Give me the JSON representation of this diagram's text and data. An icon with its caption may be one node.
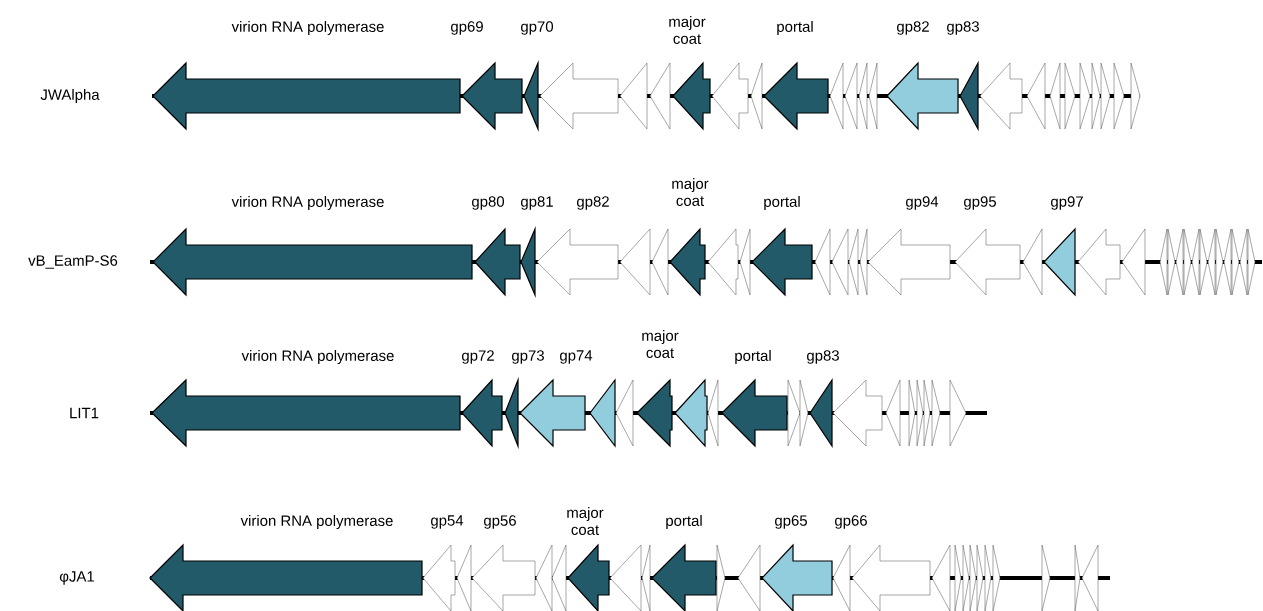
{
  "diagram": {
    "labels": [
      "virion RNA polymerase",
      "gp69",
      "gp70",
      "major coat",
      "portal",
      "gp82",
      "gp83",
      "JWAlpha",
      "virion RNA polymerase",
      "gp80",
      "gp81",
      "gp82",
      "major coat",
      "portal",
      "gp94",
      "gp95",
      "gp97",
      "vB_EamP-S6",
      "virion RNA polymerase",
      "gp72",
      "gp73",
      "gp74",
      "major coat",
      "portal",
      "gp83",
      "LIT1",
      "virion RNA polymerase",
      "gp54",
      "gp56",
      "major coat",
      "portal",
      "gp65",
      "gp66",
      "φJA1"
    ]
  }
}
